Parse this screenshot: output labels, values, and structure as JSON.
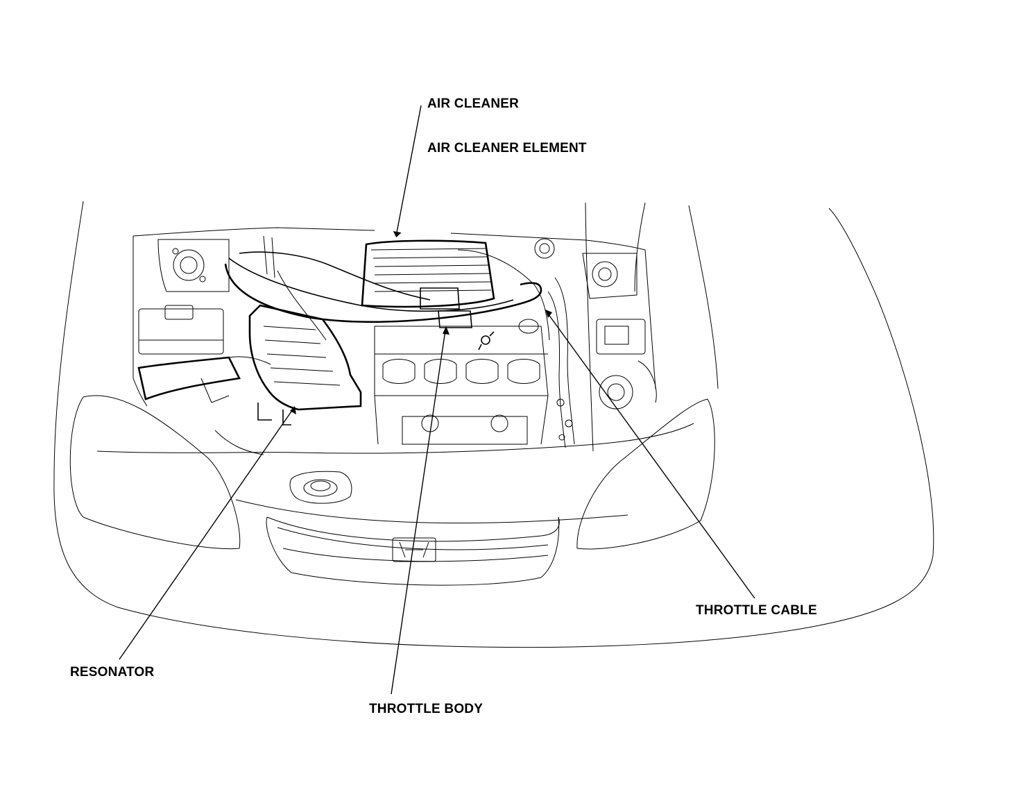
{
  "labels": {
    "air_cleaner": "AIR CLEANER",
    "air_cleaner_element": "AIR CLEANER ELEMENT",
    "throttle_cable": "THROTTLE CABLE",
    "resonator": "RESONATOR",
    "throttle_body": "THROTTLE BODY"
  }
}
